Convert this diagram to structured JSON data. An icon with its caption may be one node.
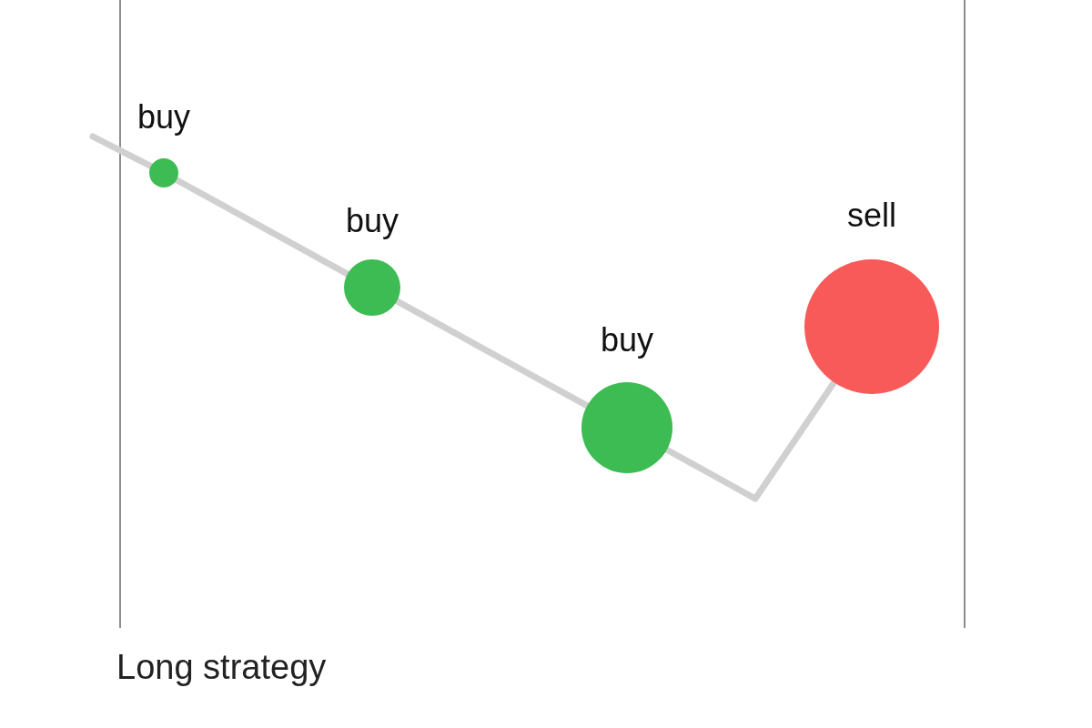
{
  "diagram": {
    "caption": "Long strategy",
    "nodes": [
      {
        "text": [
          "buy"
        ]
      },
      {
        "text": [
          "buy"
        ]
      },
      {
        "text": [
          "buy"
        ]
      },
      {
        "text": [
          "sell"
        ]
      }
    ],
    "edges": [
      {
        "from": null,
        "to": 0,
        "arrow": "none"
      },
      {
        "from": 0,
        "to": 1,
        "arrow": "none"
      },
      {
        "from": 1,
        "to": 2,
        "arrow": "none"
      },
      {
        "from": 2,
        "to": 3,
        "arrow": "none"
      }
    ]
  }
}
